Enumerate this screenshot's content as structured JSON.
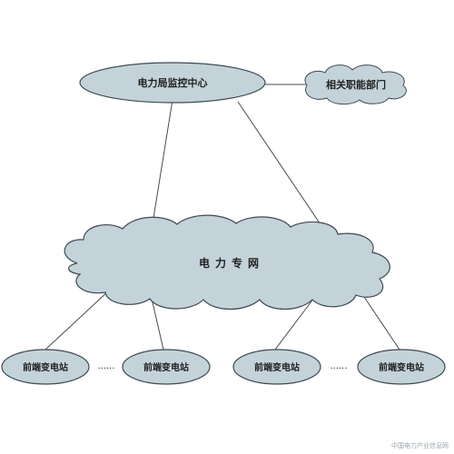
{
  "colors": {
    "node_fill": "#c4d2d9",
    "node_stroke": "#3d4a52",
    "line": "#4a4a4a"
  },
  "nodes": {
    "center": "电力局监控中心",
    "dept": "相关职能部门",
    "network": "电力专网",
    "substations": [
      "前端变电站",
      "前端变电站",
      "前端变电站",
      "前端变电站"
    ]
  },
  "ellipsis": "......",
  "watermark": "中国电力产业信息网"
}
